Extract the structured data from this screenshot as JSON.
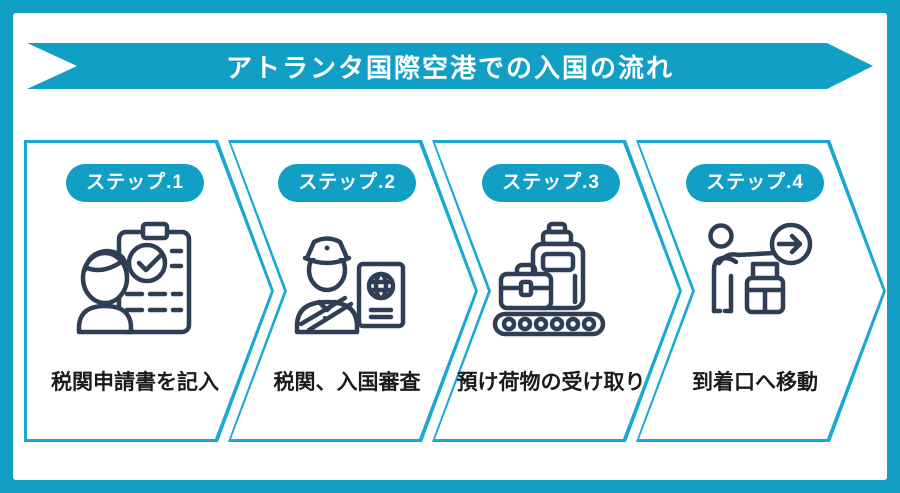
{
  "colors": {
    "accent": "#129fc6",
    "chevron_outline": "#17a8d4",
    "icon_stroke": "#2e3e54",
    "caption_text": "#1b1b1b",
    "card_background": "#ffffff"
  },
  "banner": {
    "title": "アトランタ国際空港での入国の流れ"
  },
  "steps": [
    {
      "label": "ステップ.1",
      "caption": "税関申請書を記入",
      "icon": "customs-form-icon"
    },
    {
      "label": "ステップ.2",
      "caption": "税関、入国審査",
      "icon": "immigration-officer-icon"
    },
    {
      "label": "ステップ.3",
      "caption": "預け荷物の受け取り",
      "icon": "baggage-claim-icon"
    },
    {
      "label": "ステップ.4",
      "caption": "到着口へ移動",
      "icon": "arrival-gate-icon"
    }
  ]
}
